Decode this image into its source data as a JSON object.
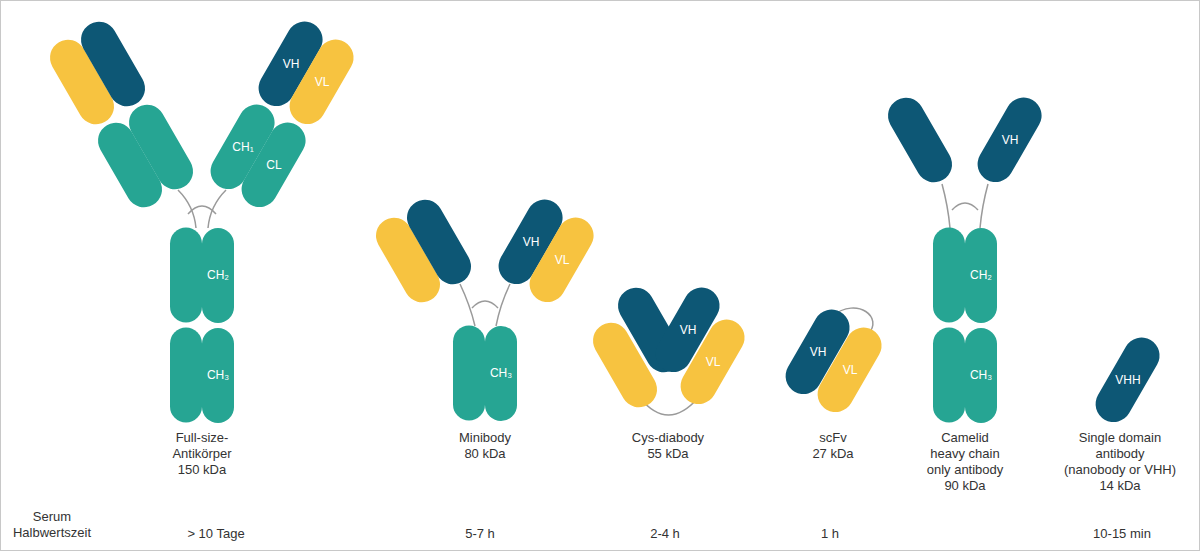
{
  "diagram": {
    "nodes": [
      {
        "text": [
          "VH"
        ]
      },
      {
        "text": [
          "VL"
        ]
      },
      {
        "text": [
          "CH₁"
        ]
      },
      {
        "text": [
          "CL"
        ]
      },
      {
        "text": [
          "CH₂"
        ]
      },
      {
        "text": [
          "CH₃"
        ]
      },
      {
        "text": [
          "VH"
        ]
      },
      {
        "text": [
          "VL"
        ]
      },
      {
        "text": [
          "CH₃"
        ]
      },
      {
        "text": [
          "VH"
        ]
      },
      {
        "text": [
          "VL"
        ]
      },
      {
        "text": [
          "VH"
        ]
      },
      {
        "text": [
          "VL"
        ]
      },
      {
        "text": [
          "VH"
        ]
      },
      {
        "text": [
          "CH₂"
        ]
      },
      {
        "text": [
          "CH₃"
        ]
      },
      {
        "text": [
          "VHH"
        ]
      }
    ],
    "labels": [
      "Full-size-Antikörper",
      "150 kDa",
      "Minibody",
      "80 kDa",
      "Cys-diabody",
      "55 kDa",
      "scFv",
      "27 kDa",
      "Camelid heavy chain only antibody",
      "90 kDa",
      "Single domain antibody",
      "(nanobody or VHH)",
      "14 kDa",
      "Serum Halbwertszeit",
      "> 10 Tage",
      "5-7 h",
      "2-4 h",
      "1 h",
      "10-15 min"
    ]
  }
}
